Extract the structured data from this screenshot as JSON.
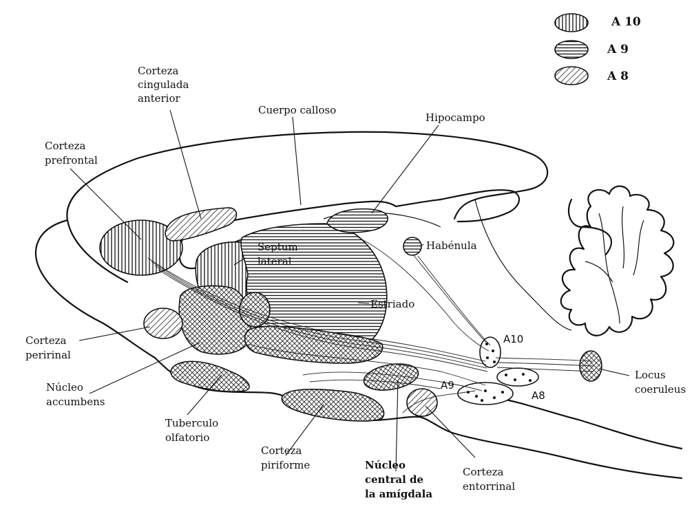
{
  "legend": [
    {
      "pattern": "vertical",
      "label": "A 10"
    },
    {
      "pattern": "horizontal",
      "label": "A 9"
    },
    {
      "pattern": "diagonal",
      "label": "A 8"
    }
  ],
  "labels": {
    "corteza_cingulada": [
      "Corteza",
      "cingulada",
      "anterior"
    ],
    "cuerpo_calloso": [
      "Cuerpo calloso"
    ],
    "hipocampo": [
      "Hipocampo"
    ],
    "corteza_prefrontal": [
      "Corteza",
      "prefrontal"
    ],
    "septum_lateral": [
      "Septum",
      "lateral"
    ],
    "habenula": [
      "Habénula"
    ],
    "estriado": [
      "Estriado"
    ],
    "corteza_perirrinal": [
      "Corteza",
      "peririnal"
    ],
    "nucleo_accumbens": [
      "Núcleo",
      "accumbens"
    ],
    "tuberculo_olfatorio": [
      "Tuberculo",
      "olfatorio"
    ],
    "corteza_piriforme": [
      "Corteza",
      "piriforme"
    ],
    "nucleo_central_amigdala": [
      "Núcleo",
      "central de",
      "la amígdala"
    ],
    "corteza_entorrinal": [
      "Corteza",
      "entorrinal"
    ],
    "locus_coeruleus": [
      "Locus",
      "coeruleus"
    ],
    "a10": "A10",
    "a9": "A9",
    "a8": "A8"
  }
}
